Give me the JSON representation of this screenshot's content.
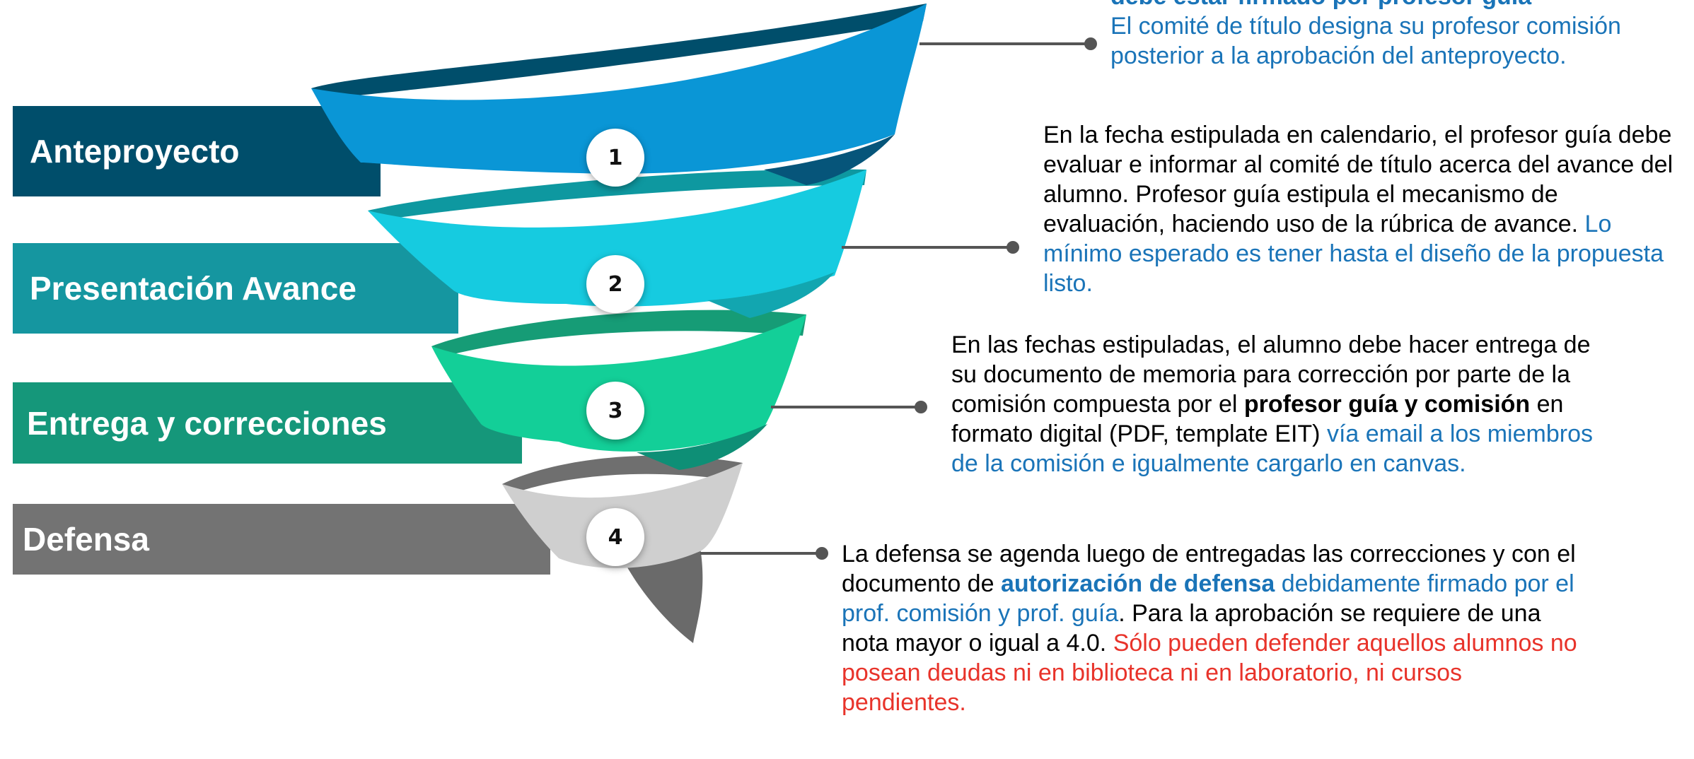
{
  "stages": [
    {
      "number": "1",
      "label": "Anteproyecto",
      "color": "#004e6b"
    },
    {
      "number": "2",
      "label": "Presentación Avance",
      "color": "#1596a0"
    },
    {
      "number": "3",
      "label": "Entrega y correcciones",
      "color": "#15977a"
    },
    {
      "number": "4",
      "label": "Defensa",
      "color": "#737373"
    }
  ],
  "descriptions": {
    "d1": {
      "cut_line": "debe estar firmado por profesor guía",
      "text": "El comité de título designa su profesor comisión posterior a la aprobación del anteproyecto."
    },
    "d2": {
      "text": "En la fecha estipulada en calendario, el profesor guía debe evaluar e informar al comité de título acerca del avance del alumno. Profesor guía estipula el mecanismo de evaluación, haciendo uso de la rúbrica de avance.",
      "highlight": "Lo mínimo esperado es tener hasta el diseño de la propuesta listo."
    },
    "d3": {
      "text_a": "En las fechas estipuladas, el alumno debe hacer entrega de su documento de memoria para corrección por parte de la comisión compuesta por el",
      "bold": "profesor guía y comisión",
      "text_b": "en formato digital (PDF, template EIT)",
      "highlight": "vía email a los miembros de la comisión e igualmente cargarlo en canvas."
    },
    "d4": {
      "text_a": "La defensa se agenda luego de entregadas las correcciones y con el documento de",
      "bold_blue": "autorización de defensa",
      "blue": "debidamente firmado por el prof. comisión y prof. guía",
      "text_b": ". Para la aprobación se requiere de una nota mayor o igual a 4.0.",
      "red": "Sólo pueden defender aquellos alumnos no posean deudas ni en biblioteca ni en laboratorio, ni cursos pendientes."
    }
  },
  "colors": {
    "blue_text": "#1a74b8",
    "red_text": "#e8332a",
    "funnel_1": "#0a96d6",
    "funnel_2": "#16cbe0",
    "funnel_3": "#13cf98",
    "funnel_4": "#cfcfcf"
  }
}
